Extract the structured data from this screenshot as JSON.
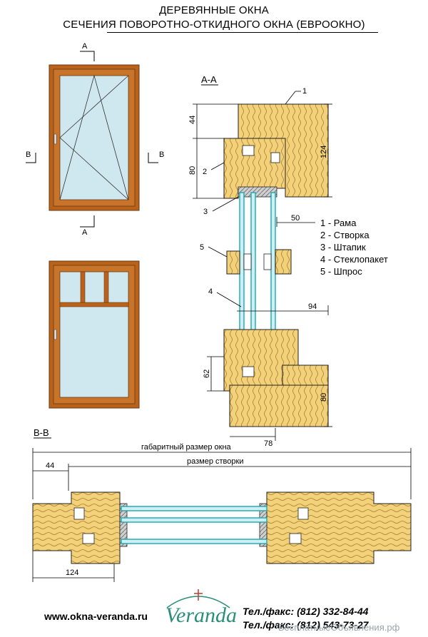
{
  "title": {
    "line1": "ДЕРЕВЯННЫЕ ОКНА",
    "line2": "СЕЧЕНИЯ ПОВОРОТНО-ОТКИДНОГО ОКНА (ЕВРООКНО)"
  },
  "labels": {
    "section_aa": "А-А",
    "section_bb": "В-В",
    "cut_a": "А",
    "cut_b": "В",
    "gabarit": "габаритный размер окна",
    "sash_size": "размер створки"
  },
  "dimensions": {
    "d44_top": "44",
    "d124_right": "124",
    "d80_left": "80",
    "d50": "50",
    "d94": "94",
    "d62": "62",
    "d80_right": "80",
    "d78": "78",
    "d44_bottom": "44",
    "d124_bottom": "124"
  },
  "callouts": [
    "1",
    "2",
    "3",
    "4",
    "5"
  ],
  "legend": [
    "1 - Рама",
    "2 - Створка",
    "3 - Штапик",
    "4 - Стеклопакет",
    "5 - Шпрос"
  ],
  "footer": {
    "site": "www.okna-veranda.ru",
    "brand": "Veranda",
    "phone1": "Тел./факс: (812) 332-84-44",
    "phone2": "Тел./факс: (812) 543-73-27",
    "watermark": "БесплатныеОбъявления.рф"
  },
  "colors": {
    "frame_brown": "#b8621c",
    "glass": "#cfe7ee",
    "wood": "#f3d07a",
    "glass_edge": "#3fc6cf",
    "brand_green": "#2a8f7a"
  }
}
